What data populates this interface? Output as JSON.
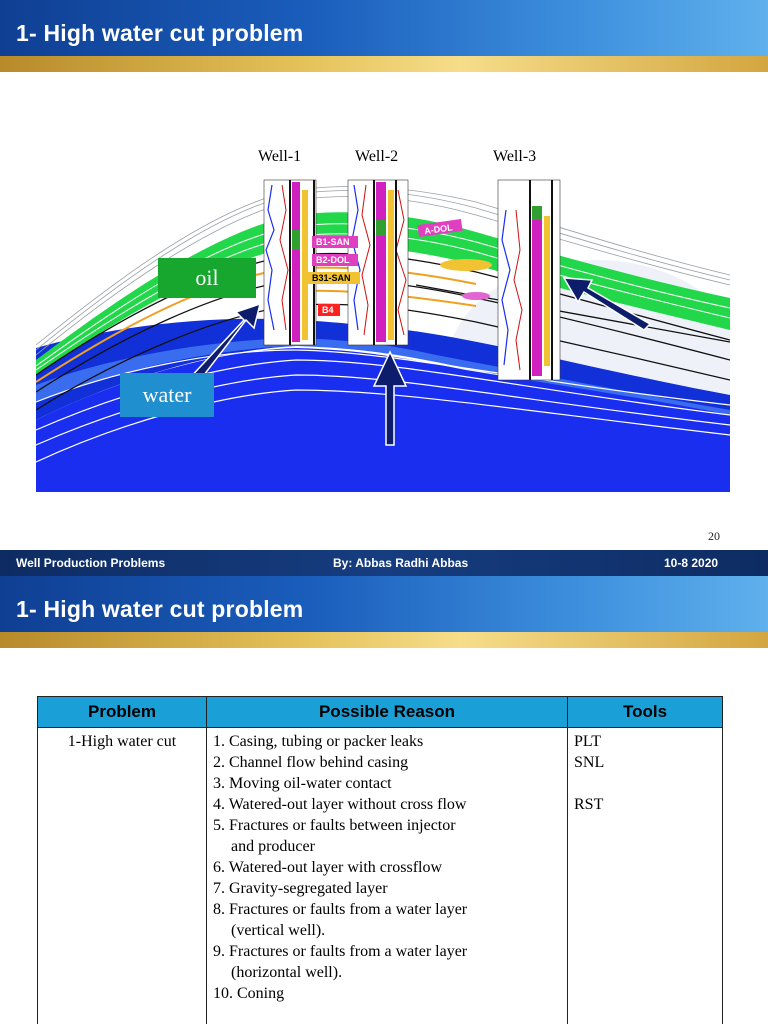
{
  "slide1": {
    "title": "1- High water cut problem",
    "wells": [
      "Well-1",
      "Well-2",
      "Well-3"
    ],
    "layers": [
      "B1-SAN",
      "B2-DOL",
      "B31-SAN",
      "B4",
      "A-DOL"
    ],
    "labels": {
      "oil": "oil",
      "water": "water"
    },
    "page_number": "20",
    "footer": {
      "left": "Well Production Problems",
      "center": "By: Abbas Radhi Abbas",
      "right": "10-8  2020"
    }
  },
  "slide2": {
    "title": "1- High water cut problem",
    "table": {
      "headers": [
        "Problem",
        "Possible Reason",
        "Tools"
      ],
      "problem": "1-High water cut",
      "reasons": [
        "1.   Casing, tubing or packer leaks",
        "2.   Channel flow behind casing",
        "3.   Moving oil-water contact",
        "4.   Watered-out layer without cross flow",
        "5. Fractures or faults between injector",
        "and producer",
        "6.   Watered-out layer with crossflow",
        "7.   Gravity-segregated layer",
        "8.   Fractures or faults from a water layer",
        "(vertical well).",
        "9.   Fractures or faults from a water layer",
        "(horizontal well).",
        "10.  Coning"
      ],
      "tools": [
        "PLT",
        "SNL",
        "",
        "RST"
      ]
    }
  },
  "colors": {
    "title_blue": "#1a5dbb",
    "gold_band": "#e5c35a",
    "table_header": "#1aa0d6",
    "oil_green": "#17a62e",
    "water_blue": "#1f8fd0",
    "arrow_navy": "#0d1d6b"
  }
}
